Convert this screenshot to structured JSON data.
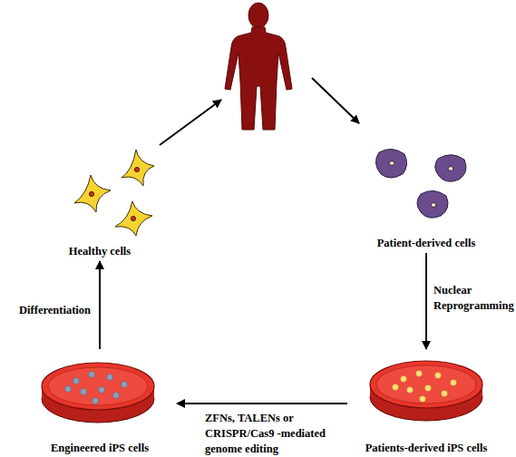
{
  "diagram": {
    "nodes": [
      {
        "text": [
          "Healthy cells"
        ]
      },
      {
        "text": [
          "Patient-derived cells"
        ]
      },
      {
        "text": [
          "Engineered iPS cells"
        ]
      },
      {
        "text": [
          "Patients-derived iPS cells"
        ]
      }
    ],
    "edges": [
      {
        "from": 1,
        "to": 3,
        "arrow": "to",
        "label": "Nuclear Reprogramming"
      },
      {
        "from": 3,
        "to": 2,
        "arrow": "to",
        "label": "ZFNs, TALENs or CRISPR/Cas9 -mediated genome editing"
      },
      {
        "from": 2,
        "to": 0,
        "arrow": "to",
        "label": "Differentiation"
      }
    ]
  }
}
